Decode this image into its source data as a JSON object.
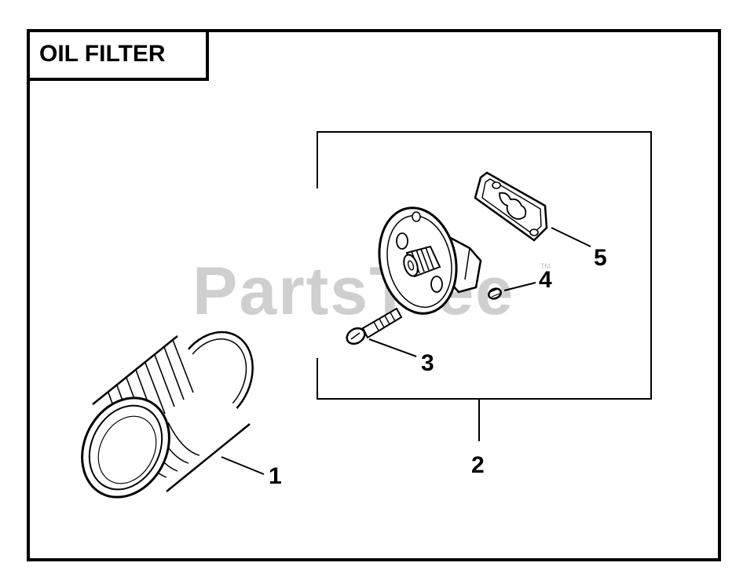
{
  "title": "OIL FILTER",
  "watermark": {
    "text": "PartsTree",
    "trademark": "TM"
  },
  "callouts": [
    {
      "id": "1",
      "part": "oil-filter"
    },
    {
      "id": "2",
      "part": "filter-adapter-kit"
    },
    {
      "id": "3",
      "part": "screw"
    },
    {
      "id": "4",
      "part": "plug"
    },
    {
      "id": "5",
      "part": "gasket"
    }
  ],
  "colors": {
    "line": "#000000",
    "background": "#ffffff",
    "watermark": "#cfcfcf"
  }
}
